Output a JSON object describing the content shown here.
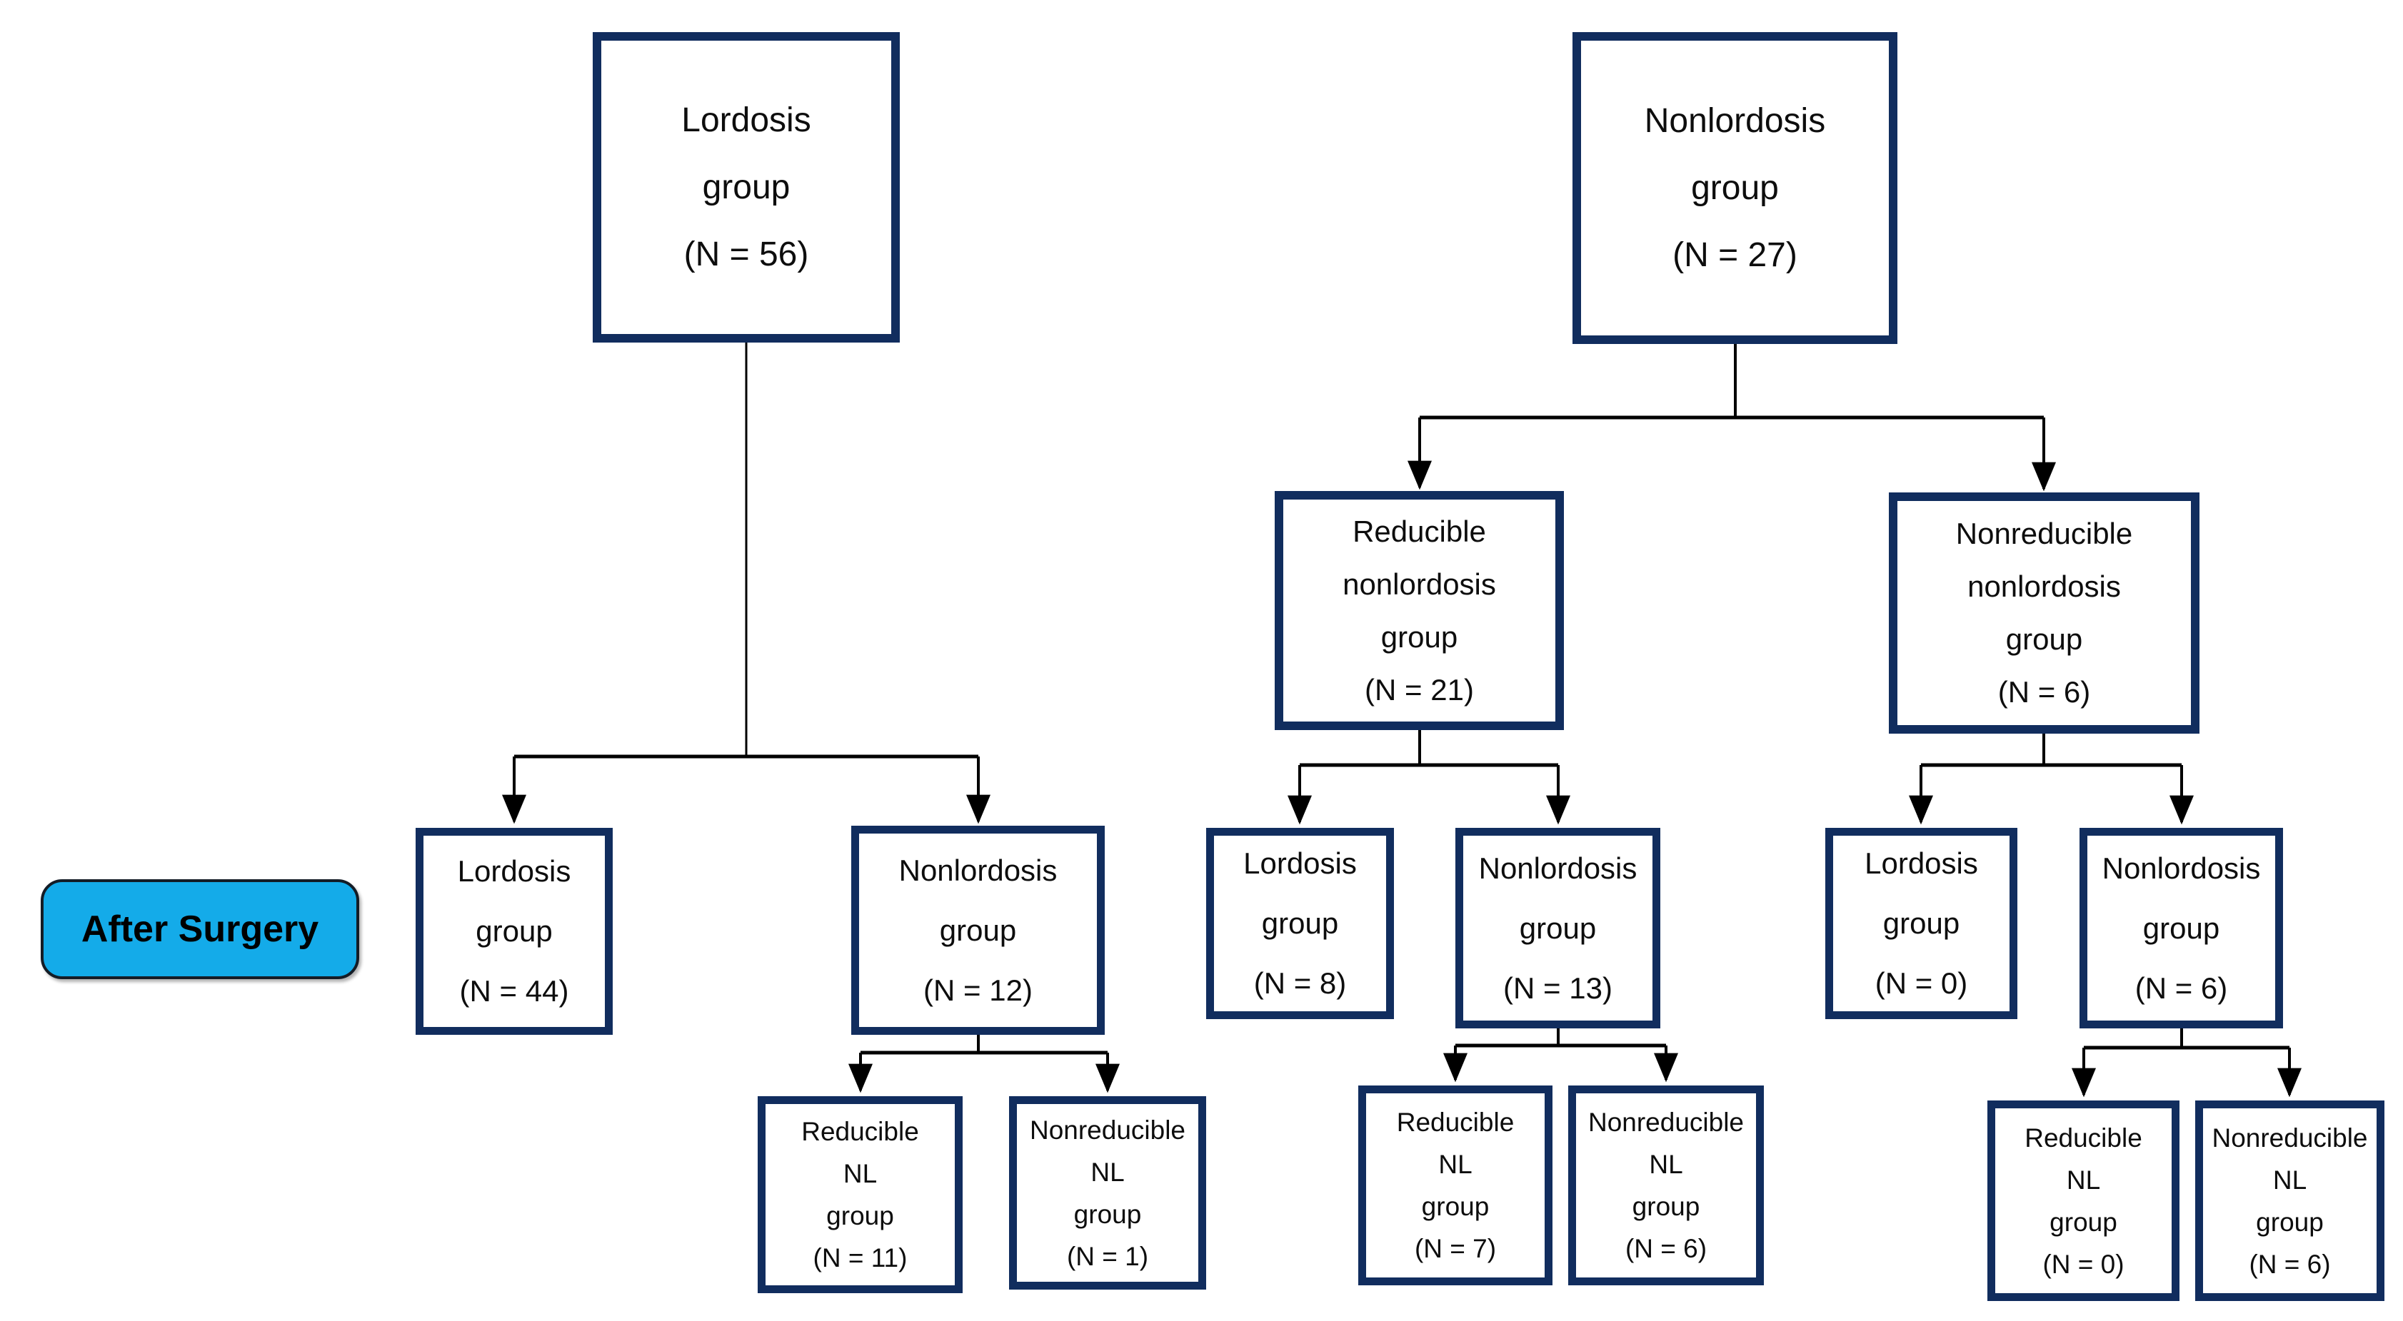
{
  "colors": {
    "box_border": "#112D5E",
    "box_fill": "#FFFFFF",
    "connector": "#000000",
    "after_surgery_fill": "#14ABE9",
    "after_surgery_border": "#141C26",
    "text": "#0D0D0D",
    "background": "#FFFFFF"
  },
  "side_label": {
    "text": "After Surgery"
  },
  "nodes": {
    "lordosis_pre": [
      "Lordosis",
      "group",
      "(N = 56)"
    ],
    "nonlordosis_pre": [
      "Nonlordosis",
      "group",
      "(N = 27)"
    ],
    "reducible_nonlordosis": [
      "Reducible",
      "nonlordosis",
      "group",
      "(N = 21)"
    ],
    "nonreducible_nonlordosis": [
      "Nonreducible",
      "nonlordosis",
      "group",
      "(N = 6)"
    ],
    "lordosis_post_left": [
      "Lordosis",
      "group",
      "(N = 44)"
    ],
    "nonlordosis_post_left": [
      "Nonlordosis",
      "group",
      "(N = 12)"
    ],
    "lordosis_post_mid": [
      "Lordosis",
      "group",
      "(N = 8)"
    ],
    "nonlordosis_post_mid": [
      "Nonlordosis",
      "group",
      "(N = 13)"
    ],
    "lordosis_post_right": [
      "Lordosis",
      "group",
      "(N = 0)"
    ],
    "nonlordosis_post_right": [
      "Nonlordosis",
      "group",
      "(N = 6)"
    ],
    "reducible_nl_left": [
      "Reducible",
      "NL",
      "group",
      "(N = 11)"
    ],
    "nonreducible_nl_left": [
      "Nonreducible",
      "NL",
      "group",
      "(N = 1)"
    ],
    "reducible_nl_mid": [
      "Reducible",
      "NL",
      "group",
      "(N = 7)"
    ],
    "nonreducible_nl_mid": [
      "Nonreducible",
      "NL",
      "group",
      "(N = 6)"
    ],
    "reducible_nl_right": [
      "Reducible",
      "NL",
      "group",
      "(N = 0)"
    ],
    "nonreducible_nl_right": [
      "Nonreducible",
      "NL",
      "group",
      "(N = 6)"
    ]
  }
}
